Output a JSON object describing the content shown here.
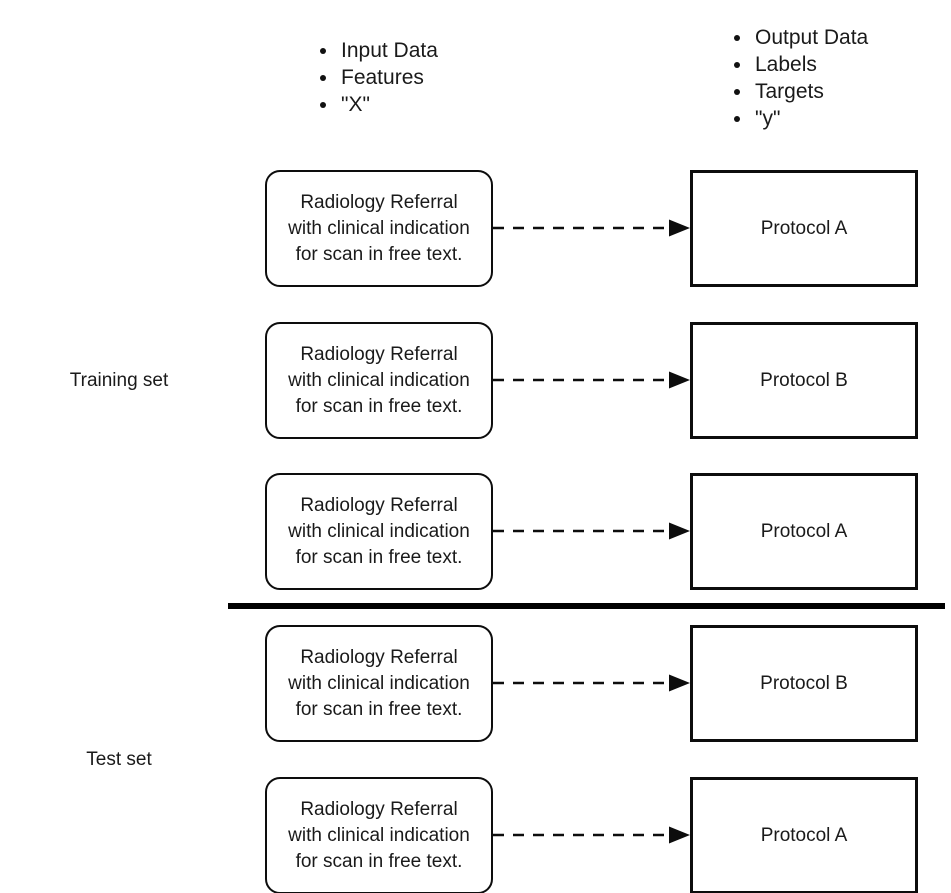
{
  "diagram": {
    "input_column": {
      "heading_icon": "bullet-icon",
      "items": [
        {
          "label": "Input Data"
        },
        {
          "label": "Features"
        },
        {
          "label": "\"X\""
        }
      ]
    },
    "output_column": {
      "heading_icon": "bullet-icon",
      "items": [
        {
          "label": "Output Data"
        },
        {
          "label": "Labels"
        },
        {
          "label": "Targets"
        },
        {
          "label": "\"y\""
        }
      ]
    },
    "side_labels": {
      "training": "Training set",
      "test": "Test set"
    },
    "referral_text": {
      "line1": "Radiology Referral",
      "line2": "with clinical indication",
      "line3": "for scan in free text."
    },
    "arrow_icon": "dashed-arrow-right-icon",
    "rows": [
      {
        "group": "training",
        "protocol": "Protocol A"
      },
      {
        "group": "training",
        "protocol": "Protocol B"
      },
      {
        "group": "training",
        "protocol": "Protocol A"
      },
      {
        "group": "test",
        "protocol": "Protocol B"
      },
      {
        "group": "test",
        "protocol": "Protocol A"
      }
    ],
    "colors": {
      "stroke": "#0d0d0d",
      "text": "#1a1a1a",
      "background": "#ffffff",
      "divider": "#000000"
    }
  }
}
